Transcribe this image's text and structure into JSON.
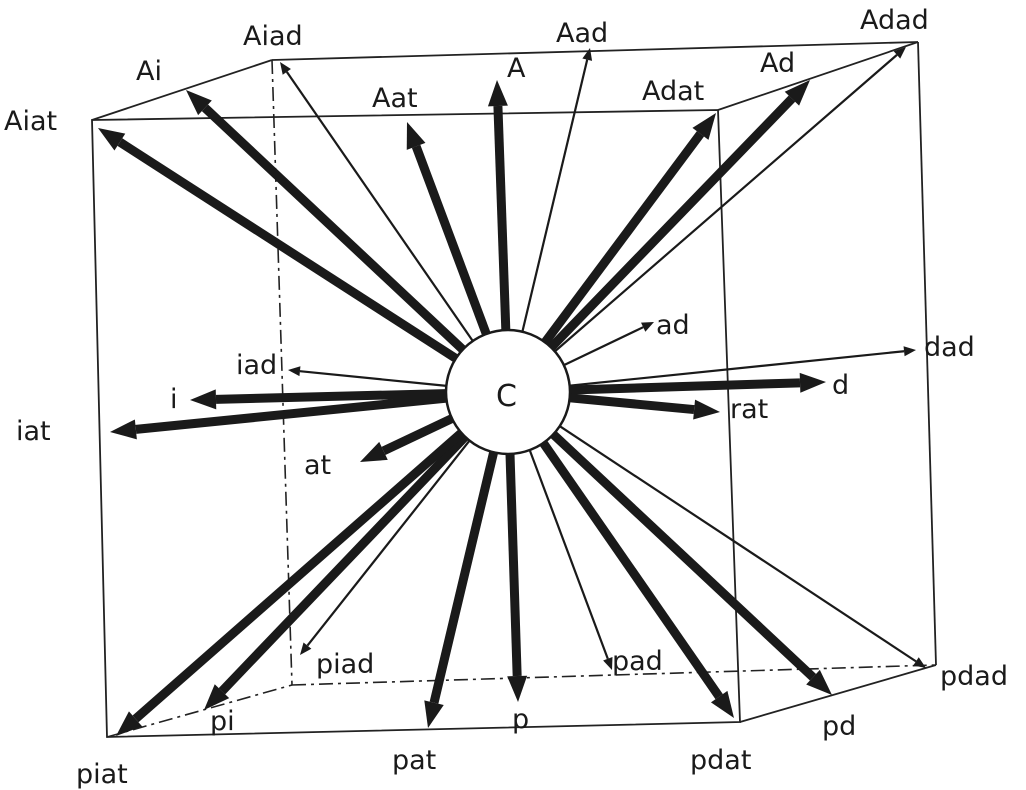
{
  "center": {
    "label": "C"
  },
  "vertices": {
    "Aiat": "Aiat",
    "Aiad": "Aiad",
    "Adad": "Adad",
    "Adat": "Adat",
    "piat": "piat",
    "piad": "piad",
    "pdad": "pdad",
    "pdat": "pdat"
  },
  "edge_midpoints": {
    "Ai": "Ai",
    "Aad": "Aad",
    "Ad": "Ad",
    "Aat": "Aat",
    "pi": "pi",
    "pad": "pad",
    "pd": "pd",
    "pat": "pat",
    "iat": "iat",
    "iad": "iad",
    "dad": "dad",
    "rat": "rat"
  },
  "face_centers": {
    "A": "A",
    "p": "p",
    "i": "i",
    "d": "d",
    "at": "at",
    "ad": "ad"
  },
  "colors": {
    "ink": "#1a1a1a",
    "background": "#ffffff"
  }
}
